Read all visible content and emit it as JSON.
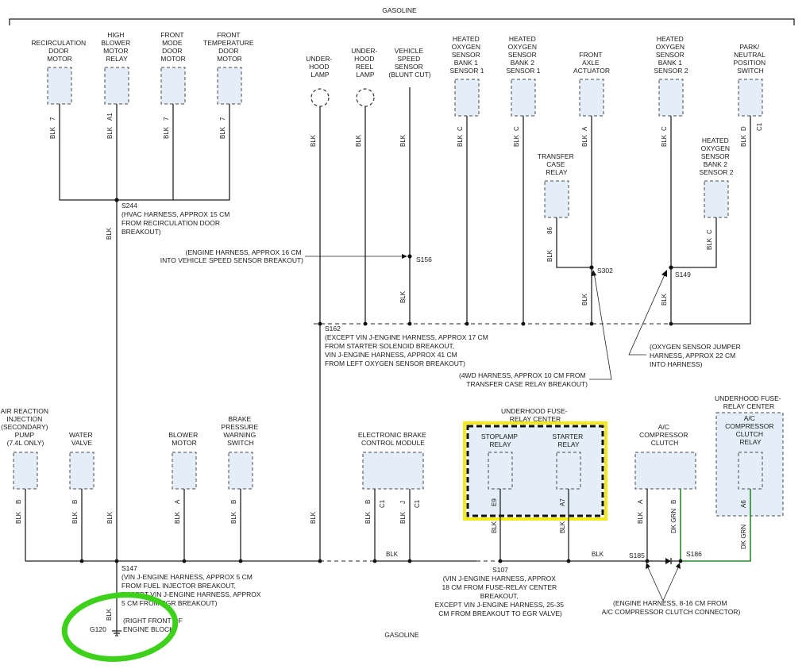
{
  "title_top": "GASOLINE",
  "title_bottom": "GASOLINE",
  "components_top": {
    "recirc_door_motor": [
      "RECIRCULATION",
      "DOOR",
      "MOTOR"
    ],
    "high_blower_relay": [
      "HIGH",
      "BLOWER",
      "MOTOR",
      "RELAY"
    ],
    "front_mode_door_motor": [
      "FRONT",
      "MODE",
      "DOOR",
      "MOTOR"
    ],
    "front_temp_door_motor": [
      "FRONT",
      "TEMPERATURE",
      "DOOR",
      "MOTOR"
    ],
    "underhood_lamp": [
      "UNDER-",
      "HOOD",
      "LAMP"
    ],
    "underhood_reel_lamp": [
      "UNDER-",
      "HOOD",
      "REEL",
      "LAMP"
    ],
    "vehicle_speed_sensor": [
      "VEHICLE",
      "SPEED",
      "SENSOR",
      "(BLUNT CUT)"
    ],
    "ho2s_b1s1": [
      "HEATED",
      "OXYGEN",
      "SENSOR",
      "BANK 1",
      "SENSOR 1"
    ],
    "ho2s_b2s1": [
      "HEATED",
      "OXYGEN",
      "SENSOR",
      "BANK 2",
      "SENSOR 1"
    ],
    "front_axle_actuator": [
      "FRONT",
      "AXLE",
      "ACTUATOR"
    ],
    "ho2s_b1s2": [
      "HEATED",
      "OXYGEN",
      "SENSOR",
      "BANK 1",
      "SENSOR 2"
    ],
    "park_neutral_switch": [
      "PARK/",
      "NEUTRAL",
      "POSITION",
      "SWITCH"
    ],
    "transfer_case_relay": [
      "TRANSFER",
      "CASE",
      "RELAY"
    ],
    "ho2s_b2s2": [
      "HEATED",
      "OXYGEN",
      "SENSOR",
      "BANK 2",
      "SENSOR 2"
    ]
  },
  "components_bottom": {
    "air_injection_pump": [
      "AIR REACTION",
      "INJECTION",
      "(SECONDARY)",
      "PUMP",
      "(7.4L ONLY)"
    ],
    "water_valve": [
      "WATER",
      "VALVE"
    ],
    "blower_motor": [
      "BLOWER",
      "MOTOR"
    ],
    "brake_pressure_switch": [
      "BRAKE",
      "PRESSURE",
      "WARNING",
      "SWITCH"
    ],
    "ebcm": [
      "ELECTRONIC BRAKE",
      "CONTROL MODULE"
    ],
    "fuse_relay_center": [
      "UNDERHOOD FUSE-",
      "RELAY CENTER"
    ],
    "stoplamp_relay": [
      "STOPLAMP",
      "RELAY"
    ],
    "starter_relay": [
      "STARTER",
      "RELAY"
    ],
    "ac_compressor_clutch": [
      "A/C",
      "COMPRESSOR",
      "CLUTCH"
    ],
    "fuse_relay_center_2": [
      "UNDERHOOD FUSE-",
      "RELAY CENTER"
    ],
    "ac_clutch_relay": [
      "A/C",
      "COMPRESSOR",
      "CLUTCH",
      "RELAY"
    ]
  },
  "wire_color": "BLK",
  "wire_color_green": "DK GRN",
  "pins": {
    "p7a": "7",
    "pA1": "A1",
    "p7b": "7",
    "p7c": "7",
    "pC1": "C",
    "pC2": "C",
    "pA2": "A",
    "pC3": "C",
    "pD": "D",
    "pC1b": "C1",
    "p86": "86",
    "pC4": "C",
    "pB1": "B",
    "pB2": "B",
    "pA3": "A",
    "pB3": "B",
    "pB4": "B",
    "pC1c": "C1",
    "pJ": "J",
    "pC1d": "C1",
    "pE9": "E9",
    "pA7": "A7",
    "pA4": "A",
    "pB5": "B",
    "pA6": "A6"
  },
  "splices": {
    "s244": "S244",
    "s156": "S156",
    "s302": "S302",
    "s149": "S149",
    "s162": "S162",
    "s147": "S147",
    "s107": "S107",
    "s185": "S185",
    "s186": "S186",
    "g120": "G120"
  },
  "notes": {
    "s244": [
      "(HVAC HARNESS, APPROX 15 CM",
      "FROM RECIRCULATION DOOR",
      "BREAKOUT)"
    ],
    "s156": [
      "(ENGINE HARNESS, APPROX 16 CM",
      "INTO VEHICLE SPEED SENSOR BREAKOUT)"
    ],
    "s162": [
      "(EXCEPT VIN J-ENGINE HARNESS, APPROX 17 CM",
      "FROM STARTER SOLENOID BREAKOUT,",
      "VIN J-ENGINE HARNESS, APPROX 41 CM",
      "FROM LEFT OXYGEN SENSOR BREAKOUT)"
    ],
    "o2_jumper": [
      "(OXYGEN SENSOR JUMPER",
      "HARNESS, APPROX 22 CM",
      "INTO HARNESS)"
    ],
    "wd4": [
      "(4WD HARNESS, APPROX 10 CM FROM",
      "TRANSFER CASE RELAY BREAKOUT)"
    ],
    "s147": [
      "(VIN J-ENGINE HARNESS, APPROX 5 CM",
      "FROM FUEL INJECTOR BREAKOUT,",
      "EXCEPT VIN J-ENGINE HARNESS, APPROX",
      "5 CM FROM EGR BREAKOUT)"
    ],
    "g120": [
      "(RIGHT FRONT OF",
      "ENGINE BLOCK)"
    ],
    "s107": [
      "(VIN J-ENGINE HARNESS, APPROX",
      "18 CM FROM FUSE-RELAY CENTER",
      "BREAKOUT,",
      "EXCEPT VIN J-ENGINE HARNESS, 25-35",
      "CM FROM BREAKOUT TO EGR VALVE)"
    ],
    "ac": [
      "(ENGINE HARNESS, 8-16 CM FROM",
      "A/C COMPRESSOR CLUTCH CONNECTOR)"
    ]
  },
  "colors": {
    "highlight_yellow": "#f2ea1a",
    "highlight_green": "#3ed11c",
    "component_fill": "#e4eef8",
    "green_wire": "#2a8a2a"
  }
}
